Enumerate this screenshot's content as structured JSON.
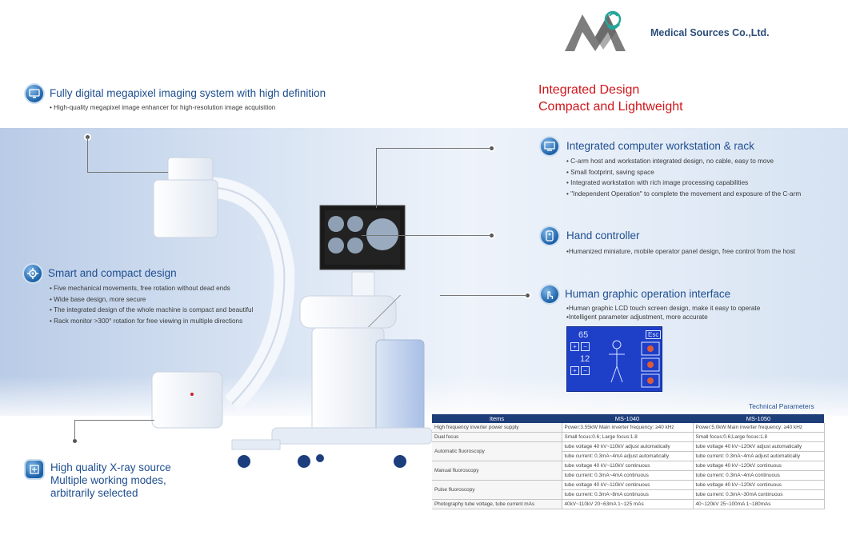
{
  "company": {
    "name": "Medical Sources Co.,Ltd."
  },
  "tagline": {
    "line1": "Integrated Design",
    "line2": "Compact and Lightweight"
  },
  "features_left": [
    {
      "title": "Fully digital megapixel imaging system with high definition",
      "bullets": [
        "• High-quality megapixel image enhancer for high-resolution image acquisition"
      ]
    },
    {
      "title": "Smart and compact design",
      "bullets": [
        "• Five mechanical movements, free rotation without dead ends",
        "• Wide base design, more secure",
        "• The integrated design of the whole machine is compact and beautiful",
        "• Rack monitor >300° rotation for free viewing in multiple directions"
      ]
    },
    {
      "title_lines": [
        "High quality X-ray source",
        "Multiple working modes,",
        "arbitrarily selected"
      ]
    }
  ],
  "features_right": [
    {
      "title": "Integrated computer workstation & rack",
      "bullets": [
        "• C-arm host and workstation integrated design, no cable, easy to move",
        "• Small footprint, saving space",
        "• Integrated workstation with rich image processing capabilities",
        "• \"Independent Operation\" to complete the movement and exposure of the C-arm"
      ]
    },
    {
      "title": "Hand controller",
      "bullets": [
        "•Humanized miniature, mobile operator panel design, free control from the host"
      ]
    },
    {
      "title": "Human graphic operation interface",
      "bullets": [
        "•Human graphic LCD touch screen design, make it easy to operate",
        "•Intelligent parameter adjustment, more accurate"
      ]
    }
  ],
  "touch_panel": {
    "value_top": "65",
    "value_mid": "12",
    "esc": "Esc"
  },
  "params": {
    "title": "Technical Parameters",
    "headers": [
      "Items",
      "MS-1040",
      "MS-1050"
    ],
    "rows": [
      {
        "item": "High frequency inverter power supply",
        "a": "Power:3.55kW  Main inverter frequency: ≥40 kHz",
        "b": "Power:5.0kW  Main inverter frequency: ≥40 kHz"
      },
      {
        "item": "Dual focus",
        "a": "Small focus:0.6; Large focus:1.8",
        "b": "Small focus:0.6;Large focus:1.8"
      },
      {
        "item": "Automatic fluoroscopy",
        "a1": "tube voltage 40 kV~110kV    adjust automatically",
        "b1": "tube voltage 40 kV~120kV    adjust automatically",
        "a2": "tube current: 0.3mA~4mA    adjust automatically",
        "b2": "tube current: 0.3mA~4mA    adjust automatically"
      },
      {
        "item": "Manual fluoroscopy",
        "a1": "tube voltage 40 kV~110kV    continuous",
        "b1": "tube voltage 40 kV~120kV    continuous",
        "a2": "tube current: 0.3mA~4mA    continuous",
        "b2": "tube current: 0.3mA~4mA    continuous"
      },
      {
        "item": "Pulse fluoroscopy",
        "a1": "tube voltage 40 kV~110kV    continuous",
        "b1": "tube voltage 40 kV~120kV    continuous",
        "a2": "tube current: 0.3mA~8mA    continuous",
        "b2": "tube current: 0.3mA~30mA    continuous"
      },
      {
        "item": "Photography tube voltage, tube current mAs",
        "a": "40kV~110kV    20~63mA    1~125 mAs",
        "b": "40~120kV    25~100mA    1~180mAs"
      }
    ]
  }
}
